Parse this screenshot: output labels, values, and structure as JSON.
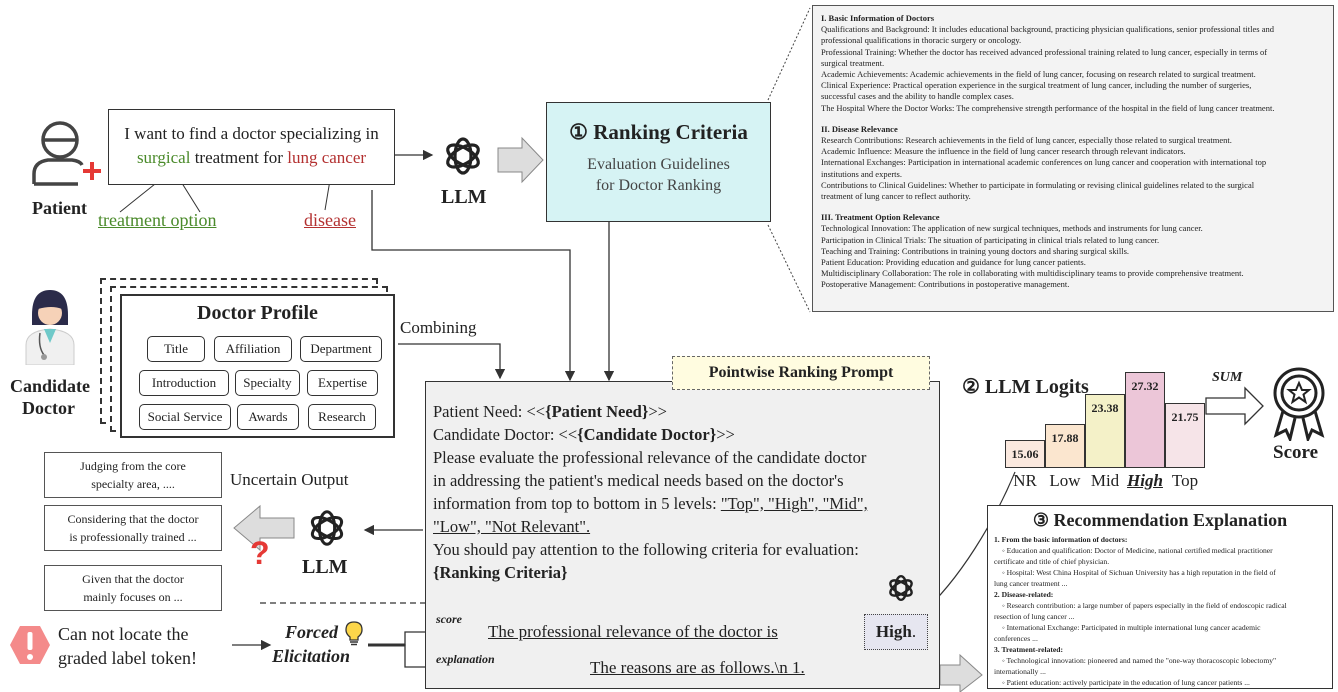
{
  "patient": {
    "label": "Patient",
    "query_pre": "I want to find a doctor specializing in",
    "query_option": "surgical",
    "query_mid": "treatment for",
    "query_disease": "lung cancer",
    "option_label": "treatment option",
    "disease_label": "disease"
  },
  "llm_label": "LLM",
  "ranking_criteria": {
    "title": "① Ranking Criteria",
    "subtitle_1": "Evaluation Guidelines",
    "subtitle_2": "for Doctor Ranking"
  },
  "criteria_doc": {
    "sections": [
      {
        "heading": "I. Basic Information of Doctors",
        "lines": [
          "Qualifications and Background: It includes educational background, practicing physician qualifications, senior professional titles and",
          "professional qualifications in thoracic surgery or oncology.",
          "Professional Training: Whether the doctor has received advanced professional training related to lung cancer, especially in terms of",
          "surgical treatment.",
          "Academic Achievements: Academic achievements in the field of lung cancer, focusing on research related to surgical treatment.",
          "Clinical Experience: Practical operation experience in the surgical treatment of lung cancer, including the number of surgeries,",
          "successful cases and the ability to handle complex cases.",
          "The Hospital Where the Doctor Works: The comprehensive strength performance of the hospital in the field of lung cancer treatment."
        ]
      },
      {
        "heading": "II. Disease Relevance",
        "lines": [
          "Research Contributions: Research achievements in the field of lung cancer, especially those related to surgical treatment.",
          "Academic Influence: Measure the influence in the field of lung cancer research through relevant indicators.",
          "International Exchanges: Participation in international academic conferences on lung cancer and cooperation with international top",
          "institutions and experts.",
          "Contributions to Clinical Guidelines: Whether to participate in formulating or revising clinical guidelines related to the surgical",
          "treatment of lung cancer to reflect authority."
        ]
      },
      {
        "heading": "III. Treatment Option Relevance",
        "lines": [
          "Technological Innovation: The application of new surgical techniques, methods and instruments for lung cancer.",
          "Participation in Clinical Trials: The situation of participating in clinical trials related to lung cancer.",
          "Teaching and Training: Contributions in training young doctors and sharing surgical skills.",
          "Patient Education: Providing education and guidance for lung cancer patients.",
          "Multidisciplinary Collaboration: The role in collaborating with multidisciplinary teams to provide comprehensive treatment.",
          "Postoperative Management: Contributions in postoperative management."
        ]
      }
    ]
  },
  "doctor_profile": {
    "title": "Doctor Profile",
    "fields": [
      "Title",
      "Affiliation",
      "Department",
      "Introduction",
      "Specialty",
      "Expertise",
      "Social Service",
      "Awards",
      "Research"
    ],
    "candidate_label_1": "Candidate",
    "candidate_label_2": "Doctor"
  },
  "combining_label": "Combining",
  "prompt": {
    "tag": "Pointwise Ranking Prompt",
    "line1_pre": "Patient Need: <<",
    "line1_var": "{Patient Need}",
    "line1_post": ">>",
    "line2_pre": "Candidate Doctor: <<",
    "line2_var": "{Candidate Doctor}",
    "line2_post": ">>",
    "instr_1": "Please evaluate the professional relevance of the candidate doctor",
    "instr_2": "in addressing the patient's medical needs based on the doctor's",
    "instr_3": "information from top to bottom in 5 levels:",
    "levels_a": "\"Top\", \"High\", \"Mid\",",
    "levels_b": "\"Low\", \"Not Relevant\".",
    "attention": "You should pay attention to the following criteria for evaluation:",
    "criteria_var": "{Ranking Criteria}",
    "score_tag": "score",
    "score_text": "The professional relevance of the doctor is",
    "score_value": "High",
    "score_dot": ".",
    "explanation_tag": "explanation",
    "explanation_text": "The reasons are as follows.\\n 1."
  },
  "uncertain": {
    "label": "Uncertain Output",
    "outputs": [
      [
        "Judging from the core",
        "specialty area, ...."
      ],
      [
        "Considering that the doctor",
        "is professionally trained  ..."
      ],
      [
        "Given that the doctor",
        "mainly focuses on ..."
      ]
    ]
  },
  "error": {
    "line1": "Can not locate the",
    "line2": "graded label token!"
  },
  "forced": {
    "line1": "Forced",
    "line2": "Elicitation"
  },
  "logits": {
    "title": "② LLM Logits",
    "sum_label": "SUM",
    "score_label": "Score"
  },
  "chart_data": {
    "type": "bar",
    "categories": [
      "NR",
      "Low",
      "Mid",
      "High",
      "Top"
    ],
    "values": [
      15.06,
      17.88,
      23.38,
      27.32,
      21.75
    ],
    "colors": [
      "#fbe9df",
      "#fbe6cf",
      "#f4f1c8",
      "#ecc6d8",
      "#f6e4e8"
    ],
    "highlight": "High"
  },
  "explanation": {
    "title": "③ Recommendation Explanation",
    "lines": [
      {
        "t": "1. From the basic information of doctors:",
        "b": true,
        "i": 0
      },
      {
        "t": "◦ Education and qualification: Doctor of Medicine, national certified medical practitioner",
        "b": false,
        "i": 1
      },
      {
        "t": "certificate and title of chief physician.",
        "b": false,
        "i": 0
      },
      {
        "t": "◦ Hospital: West China Hospital of Sichuan University has a high reputation in the field of",
        "b": false,
        "i": 1
      },
      {
        "t": "lung cancer treatment ...",
        "b": false,
        "i": 0
      },
      {
        "t": "2. Disease-related:",
        "b": true,
        "i": 0
      },
      {
        "t": "◦ Research contribution: a large number of papers especially in the field of endoscopic radical",
        "b": false,
        "i": 1
      },
      {
        "t": "resection of lung cancer ...",
        "b": false,
        "i": 0
      },
      {
        "t": "◦ International Exchange: Participated in multiple international lung cancer academic",
        "b": false,
        "i": 1
      },
      {
        "t": "conferences ...",
        "b": false,
        "i": 0
      },
      {
        "t": "3. Treatment-related:",
        "b": true,
        "i": 0
      },
      {
        "t": "◦ Technological innovation: pioneered and named the \"one-way thoracoscopic lobectomy\"",
        "b": false,
        "i": 1
      },
      {
        "t": "internationally ...",
        "b": false,
        "i": 0
      },
      {
        "t": "◦ Patient education: actively participate in the education of lung cancer patients ...",
        "b": false,
        "i": 1
      }
    ]
  }
}
